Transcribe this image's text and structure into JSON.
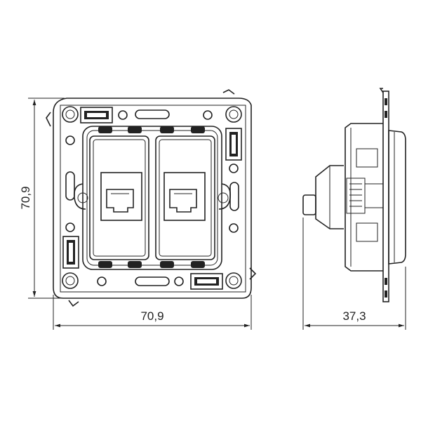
{
  "dimensions": {
    "height_label": "70,9",
    "width_label": "70,9",
    "depth_label": "37,3"
  },
  "views": {
    "front": {
      "jack_count": 2,
      "jack_type": "rj45-icon"
    },
    "side": {
      "profile": "side-profile"
    }
  }
}
